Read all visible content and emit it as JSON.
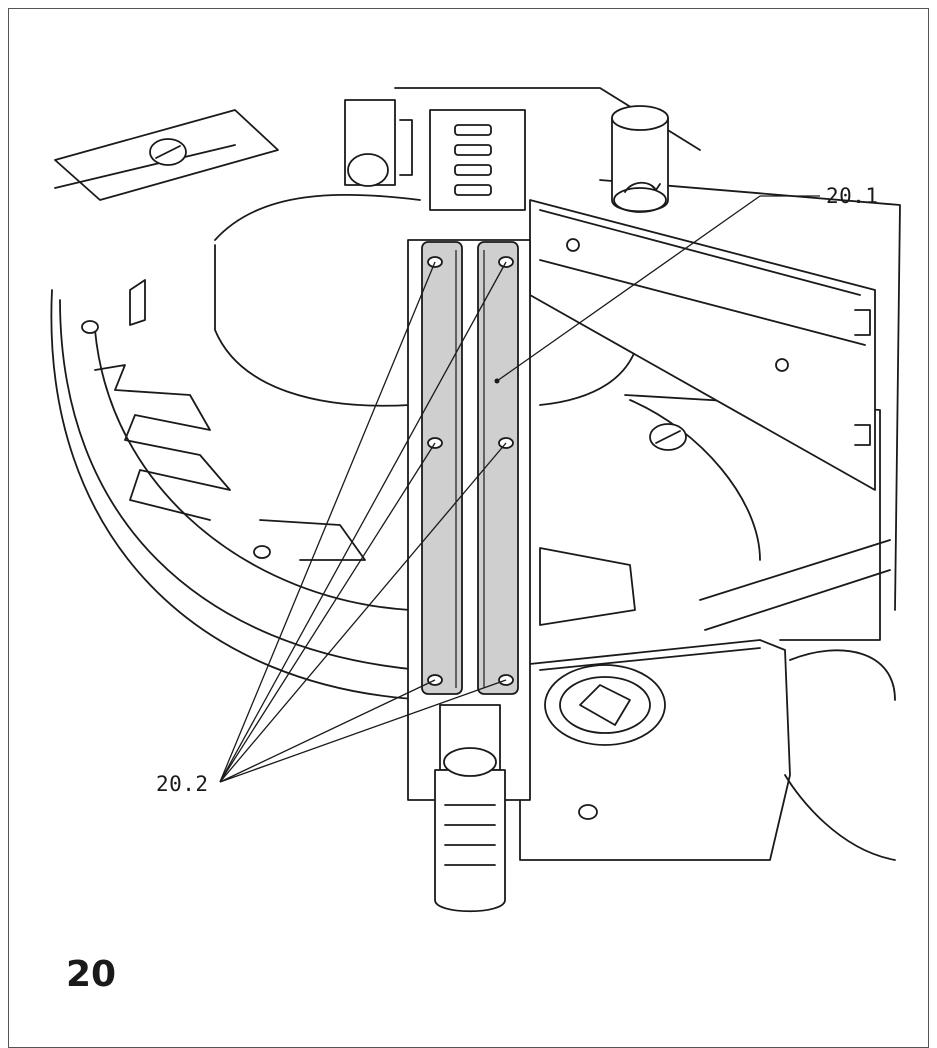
{
  "figure": {
    "number": "20",
    "callouts": [
      {
        "id": "20.1",
        "label": "20.1"
      },
      {
        "id": "20.2",
        "label": "20.2"
      }
    ]
  },
  "icons": [
    "screw-icon",
    "rotate-arrow-icon"
  ],
  "colors": {
    "line": "#1a1a1a",
    "insert_fill": "#cfcfcf",
    "frame": "#555555",
    "background": "#ffffff"
  }
}
